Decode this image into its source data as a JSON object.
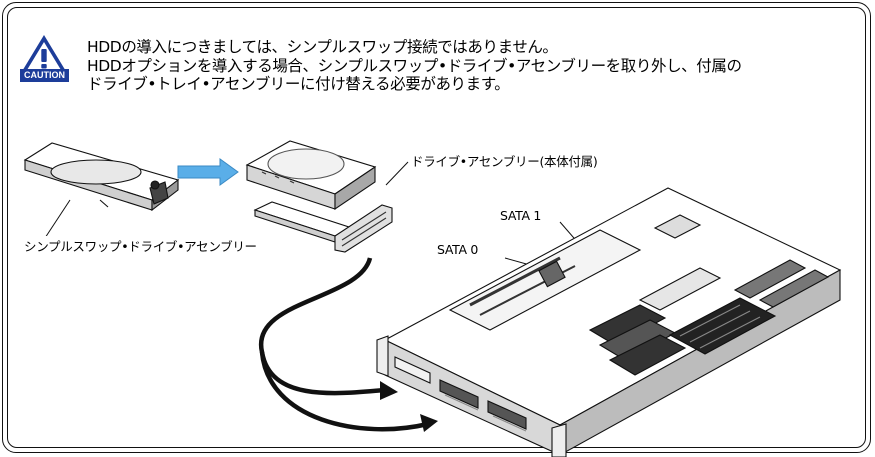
{
  "caution": {
    "icon": "caution-icon",
    "label": "CAUTION",
    "lines": [
      "HDDの導入につきましては、シンプルスワップ接続ではありません。",
      "HDDオプションを導入する場合、シンプルスワップ•ドライブ•アセンブリーを取り外し、付属の",
      "ドライブ•トレイ•アセンブリーに付け替える必要があります。"
    ]
  },
  "labels": {
    "drive_assembly": "ドライブ•アセンブリー(本体付属)",
    "simple_swap_assembly": "シンプルスワップ•ドライブ•アセンブリー",
    "sata1": "SATA 1",
    "sata0": "SATA 0"
  },
  "colors": {
    "border": "#111111",
    "caution_blue": "#1d3d9a",
    "arrow_blue": "#5aaee8"
  }
}
